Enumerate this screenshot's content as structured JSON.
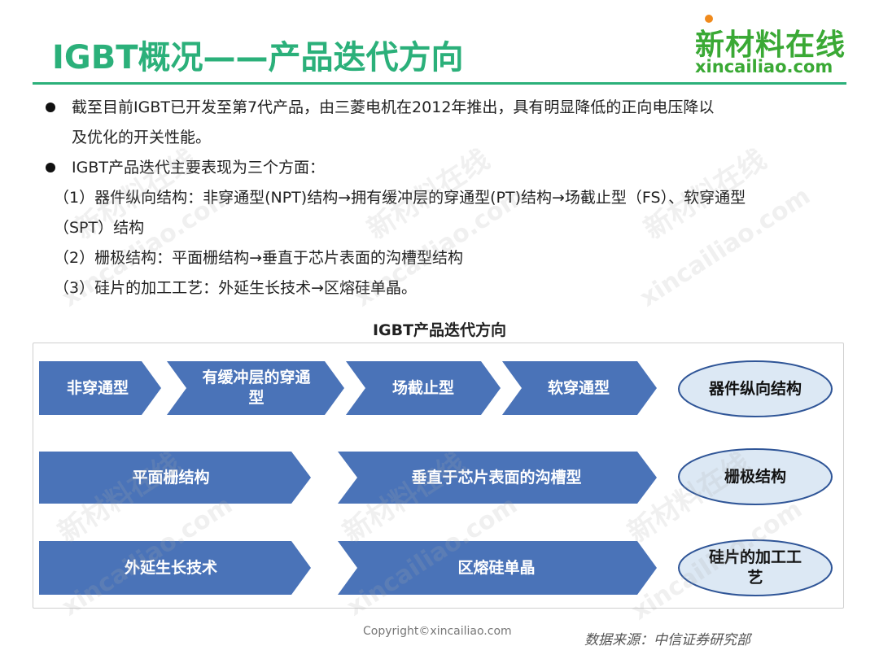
{
  "header": {
    "title": "IGBT概况——产品迭代方向",
    "logo_cn": "新材料在线",
    "logo_en": "xincailiao.com"
  },
  "text": {
    "bullet1_line1": "截至目前IGBT已开发至第7代产品，由三菱电机在2012年推出，具有明显降低的正向电压降以",
    "bullet1_line2": "及优化的开关性能。",
    "bullet2": "IGBT产品迭代主要表现为三个方面：",
    "item1_line1": "（1）器件纵向结构：非穿通型(NPT)结构→拥有缓冲层的穿通型(PT)结构→场截止型（FS）、软穿通型",
    "item1_line2": "（SPT）结构",
    "item2": "（2）栅极结构：平面栅结构→垂直于芯片表面的沟槽型结构",
    "item3": "（3）硅片的加工工艺：外延生长技术→区熔硅单晶。"
  },
  "diagram": {
    "title": "IGBT产品迭代方向",
    "arrow_color": "#4a73b8",
    "ellipse_fill": "#dce8f4",
    "ellipse_stroke": "#2f5597",
    "rows": [
      {
        "steps": [
          "非穿通型",
          "有缓冲层的穿通型",
          "场截止型",
          "软穿通型"
        ],
        "category": "器件纵向结构"
      },
      {
        "steps": [
          "平面栅结构",
          "垂直于芯片表面的沟槽型"
        ],
        "category": "栅极结构"
      },
      {
        "steps": [
          "外延生长技术",
          "区熔硅单晶"
        ],
        "category": "硅片的加工工艺"
      }
    ]
  },
  "footer": {
    "copyright": "Copyright©xincailiao.com",
    "source": "数据来源：中信证券研究部"
  }
}
